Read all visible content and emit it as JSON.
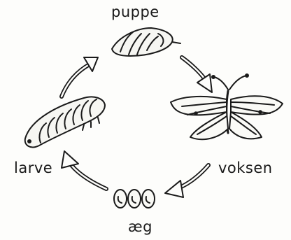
{
  "stages": {
    "pupa": "puppe",
    "adult": "voksen",
    "egg": "æg",
    "larva": "larve"
  },
  "colors": {
    "ink": "#1a1a1a",
    "paper": "#fdfdfb"
  }
}
